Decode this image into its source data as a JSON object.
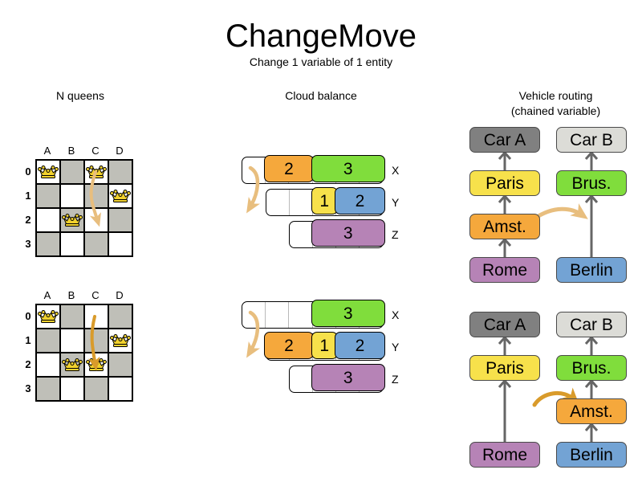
{
  "header": {
    "title": "ChangeMove",
    "subtitle": "Change 1 variable of 1 entity"
  },
  "columns": {
    "nqueens_heading": "N queens",
    "cloud_heading": "Cloud balance",
    "vrp_heading_line1": "Vehicle routing",
    "vrp_heading_line2": "(chained variable)"
  },
  "colors": {
    "orange": "#f5a83c",
    "green": "#80dd3c",
    "yellow": "#f7e14b",
    "blue": "#73a3d4",
    "purple": "#b683b6",
    "car_a_gray": "#808080",
    "car_b_gray": "#dcdcd7",
    "board_dark": "#bfbfb8",
    "board_light": "#ffffff",
    "arrow_light": "#e8be7e",
    "arrow_dark": "#d99b2b",
    "chain_line": "#666666",
    "queen_gold": "#f2d22e"
  },
  "nqueens": {
    "column_labels": [
      "A",
      "B",
      "C",
      "D"
    ],
    "row_labels": [
      "0",
      "1",
      "2",
      "3"
    ],
    "before": {
      "queens": [
        {
          "col": 0,
          "row": 0
        },
        {
          "col": 2,
          "row": 0
        },
        {
          "col": 3,
          "row": 1
        },
        {
          "col": 1,
          "row": 2
        }
      ],
      "move_arrow": {
        "from_col": 2,
        "from_row": 0,
        "to_col": 2,
        "to_row": 2,
        "style": "curved-light"
      }
    },
    "after": {
      "queens": [
        {
          "col": 0,
          "row": 0
        },
        {
          "col": 3,
          "row": 1
        },
        {
          "col": 1,
          "row": 2
        },
        {
          "col": 2,
          "row": 2
        }
      ],
      "move_arrow": {
        "from_col": 2,
        "from_row": 0,
        "to_col": 2,
        "to_row": 2,
        "style": "straight-dark"
      }
    }
  },
  "cloud": {
    "row_labels": [
      "X",
      "Y",
      "Z"
    ],
    "before": {
      "rows": [
        {
          "label": "X",
          "empty_slots": 1,
          "segments": [
            {
              "value": "2",
              "color": "#f5a83c",
              "slots": 2
            },
            {
              "value": "3",
              "color": "#80dd3c",
              "slots": 3
            }
          ]
        },
        {
          "label": "Y",
          "empty_slots": 2,
          "segments": [
            {
              "value": "1",
              "color": "#f7e14b",
              "slots": 1
            },
            {
              "value": "2",
              "color": "#73a3d4",
              "slots": 2
            }
          ]
        },
        {
          "label": "Z",
          "empty_slots": 1,
          "segments": [
            {
              "value": "3",
              "color": "#b683b6",
              "slots": 3
            }
          ]
        }
      ]
    },
    "after": {
      "rows": [
        {
          "label": "X",
          "empty_slots": 3,
          "segments": [
            {
              "value": "3",
              "color": "#80dd3c",
              "slots": 3
            }
          ]
        },
        {
          "label": "Y",
          "empty_slots": 0,
          "segments": [
            {
              "value": "2",
              "color": "#f5a83c",
              "slots": 2
            },
            {
              "value": "1",
              "color": "#f7e14b",
              "slots": 1
            },
            {
              "value": "2",
              "color": "#73a3d4",
              "slots": 2
            }
          ]
        },
        {
          "label": "Z",
          "empty_slots": 1,
          "segments": [
            {
              "value": "3",
              "color": "#b683b6",
              "slots": 3
            }
          ]
        }
      ]
    }
  },
  "vrp": {
    "before": {
      "chain_a": [
        {
          "label": "Car A",
          "color": "#808080"
        },
        {
          "label": "Paris",
          "color": "#f7e14b"
        },
        {
          "label": "Amst.",
          "color": "#f5a83c"
        },
        {
          "label": "Rome",
          "color": "#b683b6"
        }
      ],
      "chain_b": [
        {
          "label": "Car B",
          "color": "#dcdcd7"
        },
        {
          "label": "Brus.",
          "color": "#80dd3c"
        },
        {
          "label": "Berlin",
          "color": "#73a3d4"
        }
      ]
    },
    "after": {
      "chain_a": [
        {
          "label": "Car A",
          "color": "#808080"
        },
        {
          "label": "Paris",
          "color": "#f7e14b"
        },
        {
          "label": "Rome",
          "color": "#b683b6"
        }
      ],
      "chain_b": [
        {
          "label": "Car B",
          "color": "#dcdcd7"
        },
        {
          "label": "Brus.",
          "color": "#80dd3c"
        },
        {
          "label": "Amst.",
          "color": "#f5a83c"
        },
        {
          "label": "Berlin",
          "color": "#73a3d4"
        }
      ]
    }
  }
}
